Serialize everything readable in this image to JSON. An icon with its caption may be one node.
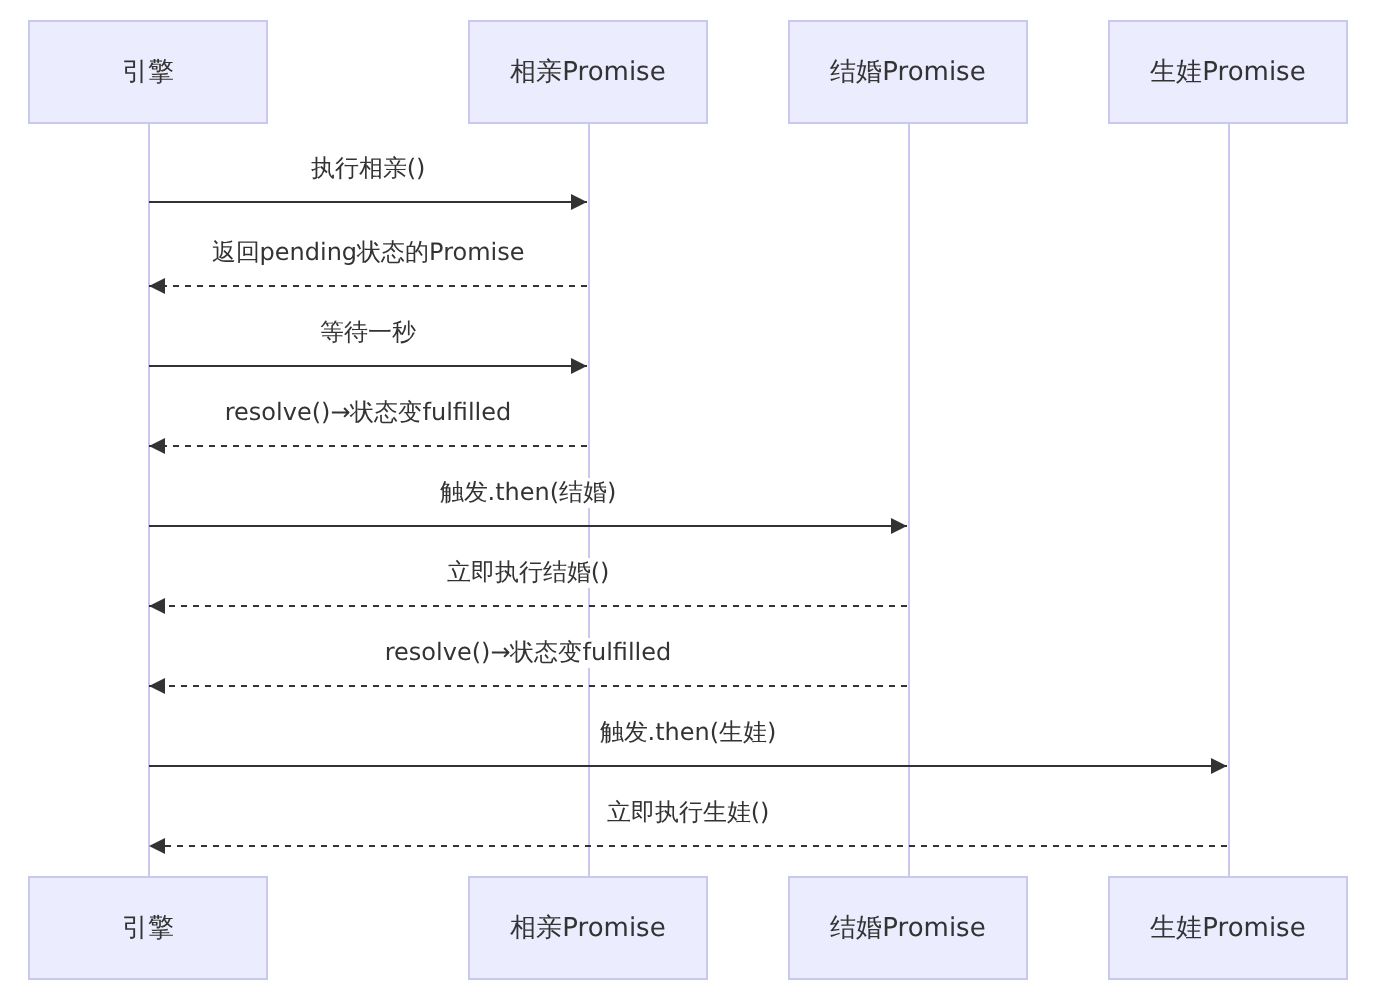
{
  "diagram": {
    "nodes": [
      {
        "text": [
          "引擎"
        ]
      },
      {
        "text": [
          "相亲Promise"
        ]
      },
      {
        "text": [
          "结婚Promise"
        ]
      },
      {
        "text": [
          "生娃Promise"
        ]
      },
      {
        "text": [],
        "shape": "line"
      },
      {
        "text": [],
        "shape": "line"
      },
      {
        "text": [],
        "shape": "line"
      },
      {
        "text": [],
        "shape": "line"
      },
      {
        "text": [
          "引擎"
        ]
      },
      {
        "text": [
          "相亲Promise"
        ]
      },
      {
        "text": [
          "结婚Promise"
        ]
      },
      {
        "text": [
          "生娃Promise"
        ]
      }
    ],
    "edges": [
      {
        "from": 4,
        "to": 5,
        "arrow": "to",
        "label": "执行相亲()"
      },
      {
        "from": 5,
        "to": 4,
        "arrow": "to",
        "label": "返回pending状态的Promise",
        "style": "dashed"
      },
      {
        "from": 4,
        "to": 5,
        "arrow": "to",
        "label": "等待一秒"
      },
      {
        "from": 5,
        "to": 4,
        "arrow": "to",
        "label": "resolve()→状态变fulfilled",
        "style": "dashed"
      },
      {
        "from": 4,
        "to": 6,
        "arrow": "to",
        "label": "触发.then(结婚)"
      },
      {
        "from": 6,
        "to": 4,
        "arrow": "to",
        "label": "立即执行结婚()",
        "style": "dashed"
      },
      {
        "from": 6,
        "to": 4,
        "arrow": "to",
        "label": "resolve()→状态变fulfilled",
        "style": "dashed"
      },
      {
        "from": 4,
        "to": 7,
        "arrow": "to",
        "label": "触发.then(生娃)"
      },
      {
        "from": 7,
        "to": 4,
        "arrow": "to",
        "label": "立即执行生娃()",
        "style": "dashed"
      }
    ]
  }
}
